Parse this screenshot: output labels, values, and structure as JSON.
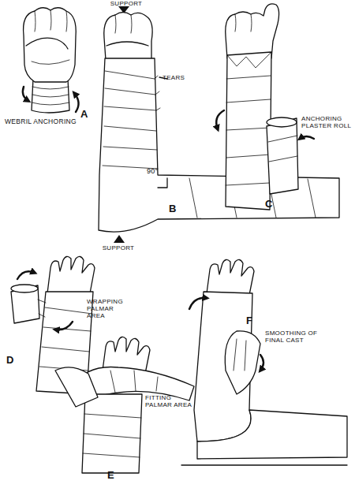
{
  "diagram": {
    "labels": [
      "SUPPORT",
      "WEBRIL ANCHORING",
      "A",
      "TEARS",
      "90°",
      "B",
      "SUPPORT",
      "ANCHORING PLASTER ROLL",
      "C",
      "WRAPPING PALMAR AREA",
      "D",
      "FITTING PALMAR AREA",
      "E",
      "F",
      "SMOOTHING OF FINAL CAST"
    ]
  }
}
